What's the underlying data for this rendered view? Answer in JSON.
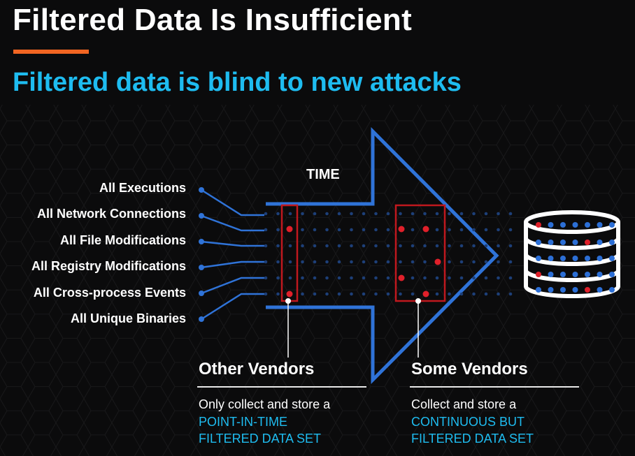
{
  "header": {
    "title": "Filtered Data Is Insufficient",
    "subtitle": "Filtered data is blind to new attacks"
  },
  "colors": {
    "background": "#0b0b0c",
    "accent_orange": "#f26522",
    "accent_blue": "#1ebcf0",
    "arrow_blue": "#2f73d8",
    "event_red": "#e0202a",
    "window_border": "#c0181e",
    "dot_blue": "#2c6fd6"
  },
  "diagram": {
    "time_label": "TIME",
    "categories": [
      "All Executions",
      "All Network Connections",
      "All File Modifications",
      "All Registry Modifications",
      "All Cross-process Events",
      "All Unique Binaries"
    ],
    "icons": [
      "big-arrow-icon",
      "database-icon"
    ]
  },
  "vendors": [
    {
      "heading": "Other Vendors",
      "line1": "Only collect and store a",
      "line2": "POINT-IN-TIME",
      "line3": "FILTERED DATA SET"
    },
    {
      "heading": "Some Vendors",
      "line1": "Collect and store a",
      "line2": "CONTINUOUS BUT",
      "line3": "FILTERED DATA SET"
    }
  ]
}
